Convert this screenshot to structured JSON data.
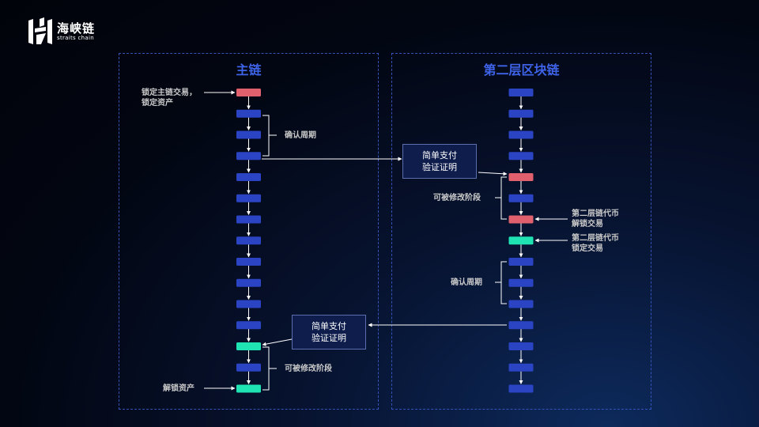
{
  "logo": {
    "cn": "海峡链",
    "en": "straits chain"
  },
  "panels": {
    "main_title": "主链",
    "layer2_title": "第二层区块链"
  },
  "spv_boxes": [
    {
      "line1": "简单支付",
      "line2": "验证证明"
    },
    {
      "line1": "简单支付",
      "line2": "验证证明"
    }
  ],
  "main_labels": {
    "lock_line1": "锁定主链交易，",
    "lock_line2": "锁定资产",
    "confirm": "确认周期",
    "modifiable": "可被修改阶段",
    "unlock": "解锁资产"
  },
  "l2_labels": {
    "modifiable": "可被修改阶段",
    "unlock_line1": "第二层链代币",
    "unlock_line2": "解锁交易",
    "lock_line1": "第二层链代币",
    "lock_line2": "锁定交易",
    "confirm": "确认周期"
  },
  "colors": {
    "block": "#2a44c4",
    "red": "#e0606e",
    "green": "#1fe3b2",
    "line": "#ffffff",
    "title": "#3e63e8"
  },
  "main_chain": [
    "red",
    "blue",
    "blue",
    "blue",
    "blue",
    "blue",
    "blue",
    "blue",
    "blue",
    "blue",
    "blue",
    "blue",
    "green",
    "blue",
    "green"
  ],
  "l2_chain": [
    "blue",
    "blue",
    "blue",
    "blue",
    "red",
    "blue",
    "red",
    "green",
    "blue",
    "blue",
    "blue",
    "blue",
    "blue",
    "blue",
    "blue"
  ]
}
